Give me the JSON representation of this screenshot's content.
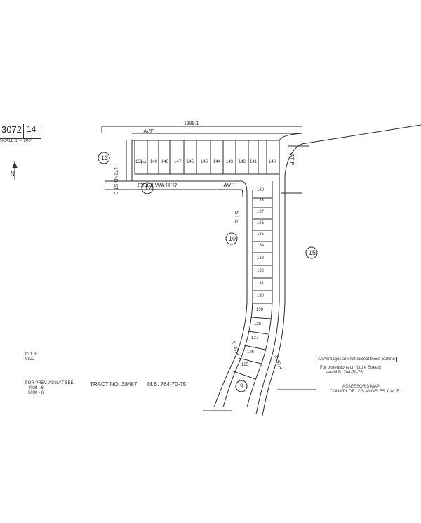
{
  "header": {
    "book": "3072",
    "page": "14",
    "scale": "SCALE 1\" = 200'"
  },
  "north_arrow": "N",
  "streets": {
    "avenue_top": "AVE",
    "top_number": "1389.1",
    "coolwater": "COOLWATER",
    "ave": "AVE",
    "street_172": "172ND ST E",
    "street_174": "174TH",
    "street_175": "175TH",
    "st_e_left": "ST E",
    "st_e_right": "ST E"
  },
  "parcels_circled": [
    "13",
    "12",
    "10",
    "15",
    "9"
  ],
  "lots_top_row": [
    "151",
    "150",
    "149",
    "148",
    "147",
    "146",
    "145",
    "144",
    "143",
    "142",
    "141",
    "140"
  ],
  "lots_curve": [
    "139",
    "138",
    "137",
    "136",
    "135",
    "134",
    "133",
    "132",
    "131",
    "130",
    "129",
    "128",
    "127",
    "126",
    "125"
  ],
  "code": {
    "label": "CODE",
    "value": "9822"
  },
  "prev_assmt": {
    "line1": "FOR PREV. ASSM'T SEE:",
    "line2": "4029 - 6",
    "line3": "5030 - 6"
  },
  "tract": "TRACT NO. 28487",
  "mb": "M.B. 764-70-75",
  "notes": {
    "acreage": "All Acreages are net except those Sphind",
    "dims": "For dimensions on future Streets",
    "dims2": "see M.B. 764-70-75"
  },
  "assessor": {
    "line1": "ASSESSOR'S MAP",
    "line2": "COUNTY OF LOS ANGELES, CALIF."
  },
  "colors": {
    "ink": "#2a2a2a",
    "paper": "#ffffff"
  }
}
